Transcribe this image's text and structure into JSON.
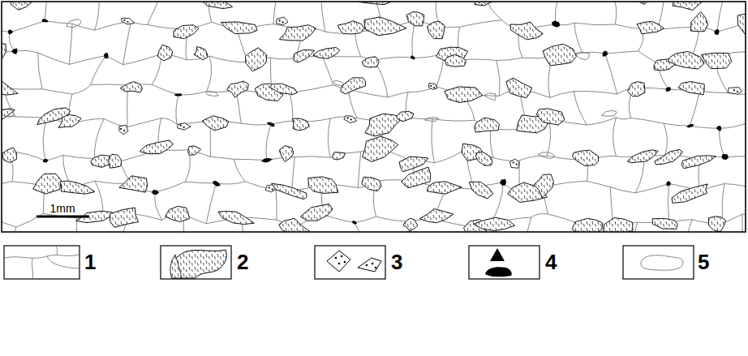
{
  "diagram": {
    "labels": [
      "1mm"
    ],
    "legend": [
      {
        "text": "1"
      },
      {
        "text": "2"
      },
      {
        "text": "3"
      },
      {
        "text": "4"
      },
      {
        "text": "5"
      }
    ]
  }
}
